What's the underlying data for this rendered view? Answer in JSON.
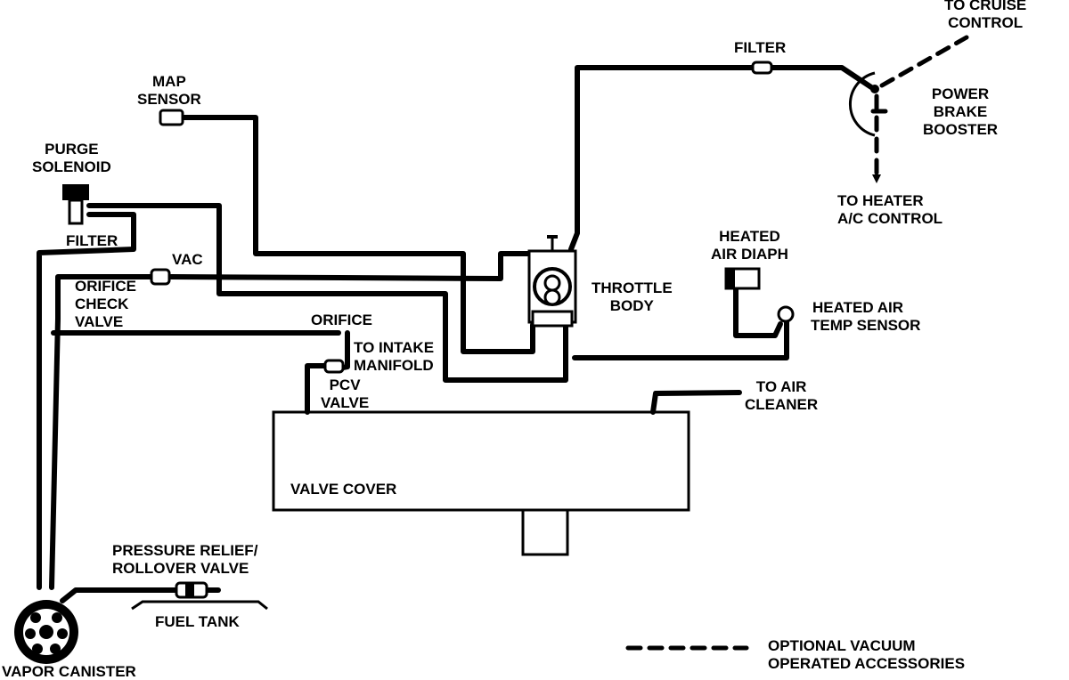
{
  "labels": {
    "to_cruise_control": [
      "TO CRUISE",
      "CONTROL"
    ],
    "filter_top": "FILTER",
    "power_brake_booster": [
      "POWER",
      "BRAKE",
      "BOOSTER"
    ],
    "map_sensor": [
      "MAP",
      "SENSOR"
    ],
    "purge_solenoid": [
      "PURGE",
      "SOLENOID"
    ],
    "to_heater_ac_control": [
      "TO HEATER",
      "A/C CONTROL"
    ],
    "filter_left": "FILTER",
    "vac": "VAC",
    "heated_air_diaph": [
      "HEATED",
      "AIR DIAPH"
    ],
    "throttle_body": [
      "THROTTLE",
      "BODY"
    ],
    "orifice_check_valve": [
      "ORIFICE",
      "CHECK",
      "VALVE"
    ],
    "heated_air_temp_sensor": [
      "HEATED AIR",
      "TEMP SENSOR"
    ],
    "orifice": "ORIFICE",
    "to_intake_manifold": [
      "TO INTAKE",
      "MANIFOLD"
    ],
    "pcv_valve": [
      "PCV",
      "VALVE"
    ],
    "to_air_cleaner": [
      "TO AIR",
      "CLEANER"
    ],
    "valve_cover": "VALVE COVER",
    "pressure_relief": [
      "PRESSURE RELIEF/",
      "ROLLOVER VALVE"
    ],
    "fuel_tank": "FUEL TANK",
    "vapor_canister": "VAPOR CANISTER",
    "legend": [
      "OPTIONAL VACUUM",
      "OPERATED ACCESSORIES"
    ]
  },
  "colors": {
    "line": "#000000",
    "background": "#ffffff"
  }
}
